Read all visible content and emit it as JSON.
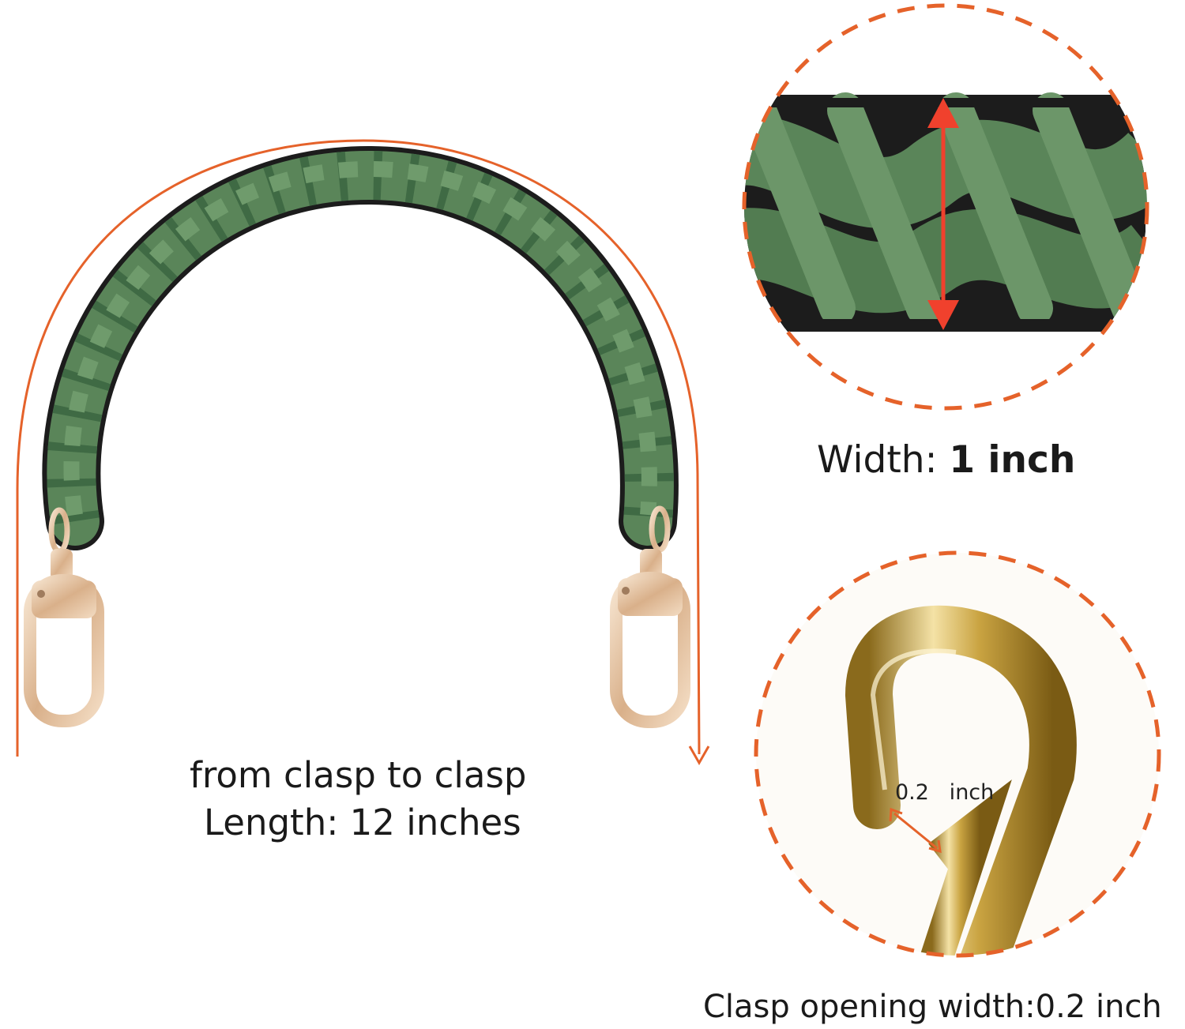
{
  "product": {
    "length_line1": "from clasp to clasp",
    "length_line2": "Length: 12 inches",
    "width_label": "Width",
    "width_sep": ":",
    "width_value": "1 inch",
    "clasp_inset_label": "0.2   inch",
    "clasp_caption": "Clasp opening width:0.2 inch"
  },
  "colors": {
    "strap_green": "#5a8559",
    "strap_dark": "#1c1c1c",
    "accent_orange": "#e5622a",
    "gold": "#e8c9a8"
  }
}
